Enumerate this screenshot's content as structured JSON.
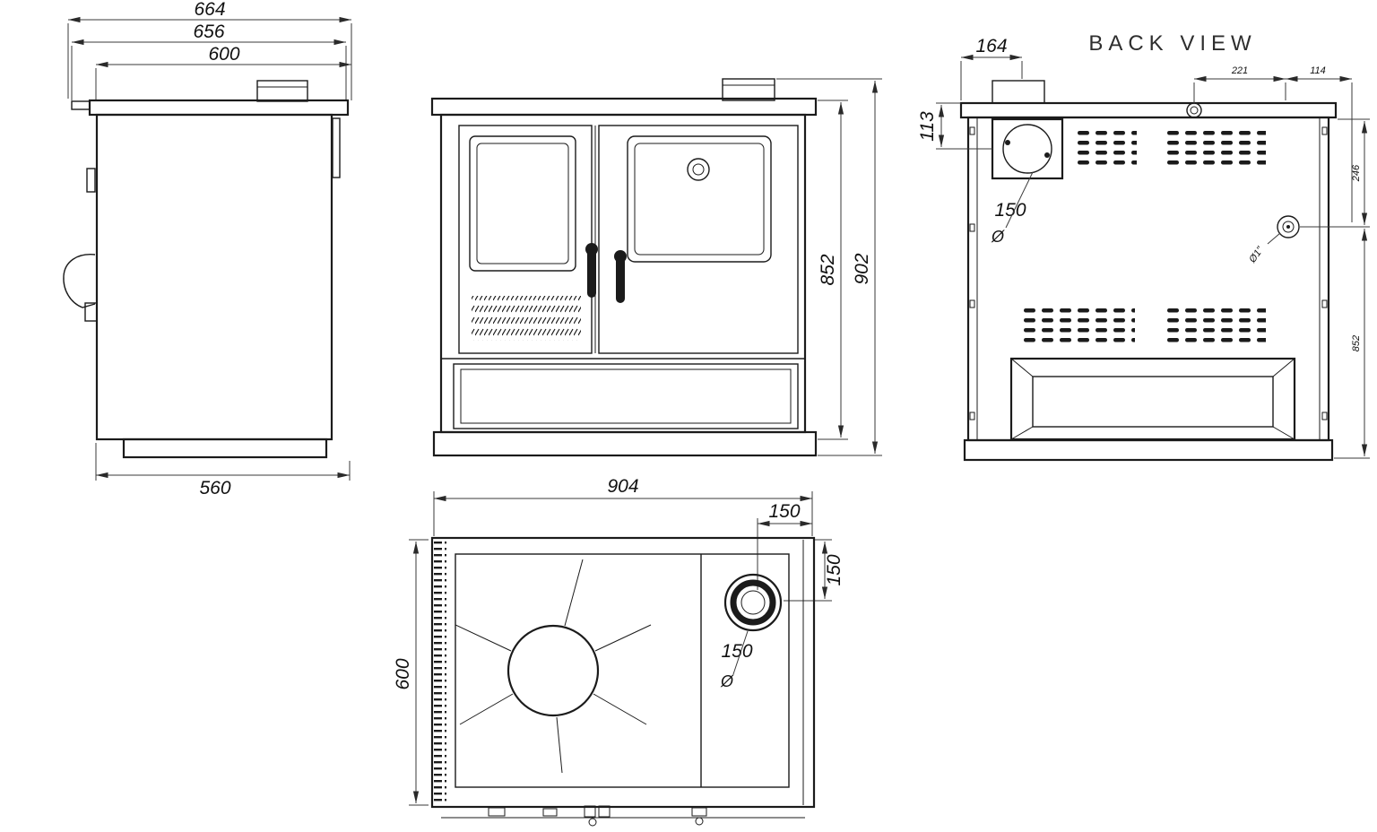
{
  "drawing": {
    "back_view_label": "BACK VIEW",
    "side_view": {
      "depth_overall": "664",
      "depth_mid": "656",
      "depth_top": "600",
      "depth_base": "560"
    },
    "front_view": {
      "height_body": "852",
      "height_overall": "902"
    },
    "back_view": {
      "flue_offset_left": "164",
      "flue_offset_top": "113",
      "flue_diameter": "150",
      "diameter_symbol": "Ø",
      "top_span_a": "221",
      "top_span_b": "114",
      "right_span_top": "246",
      "right_span_bottom": "852",
      "fitting_size": "Ø1\""
    },
    "top_view": {
      "width": "904",
      "flue_from_right": "150",
      "flue_from_front": "150",
      "flue_diameter": "150",
      "diameter_symbol": "Ø",
      "depth": "600"
    }
  }
}
